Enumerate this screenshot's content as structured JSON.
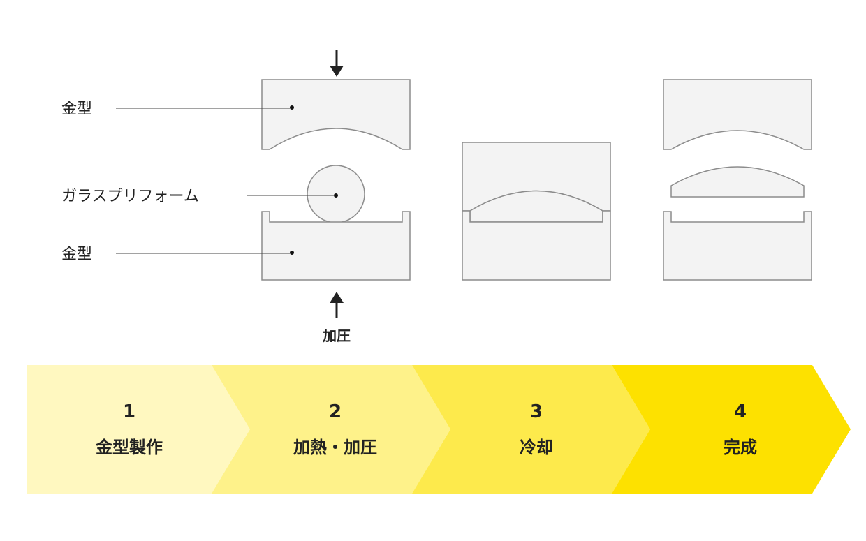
{
  "labels": {
    "upper_mold": "金型",
    "preform": "ガラスプリフォーム",
    "lower_mold": "金型",
    "pressure": "加圧"
  },
  "steps": [
    {
      "number": "1",
      "name": "金型製作",
      "color": "#fff8c0"
    },
    {
      "number": "2",
      "name": "加熱・加圧",
      "color": "#fef28a"
    },
    {
      "number": "3",
      "name": "冷却",
      "color": "#fdea4c"
    },
    {
      "number": "4",
      "name": "完成",
      "color": "#fde100"
    }
  ],
  "colors": {
    "mold_fill": "#f3f3f3",
    "mold_stroke": "#8c8c8c",
    "text": "#222222"
  }
}
